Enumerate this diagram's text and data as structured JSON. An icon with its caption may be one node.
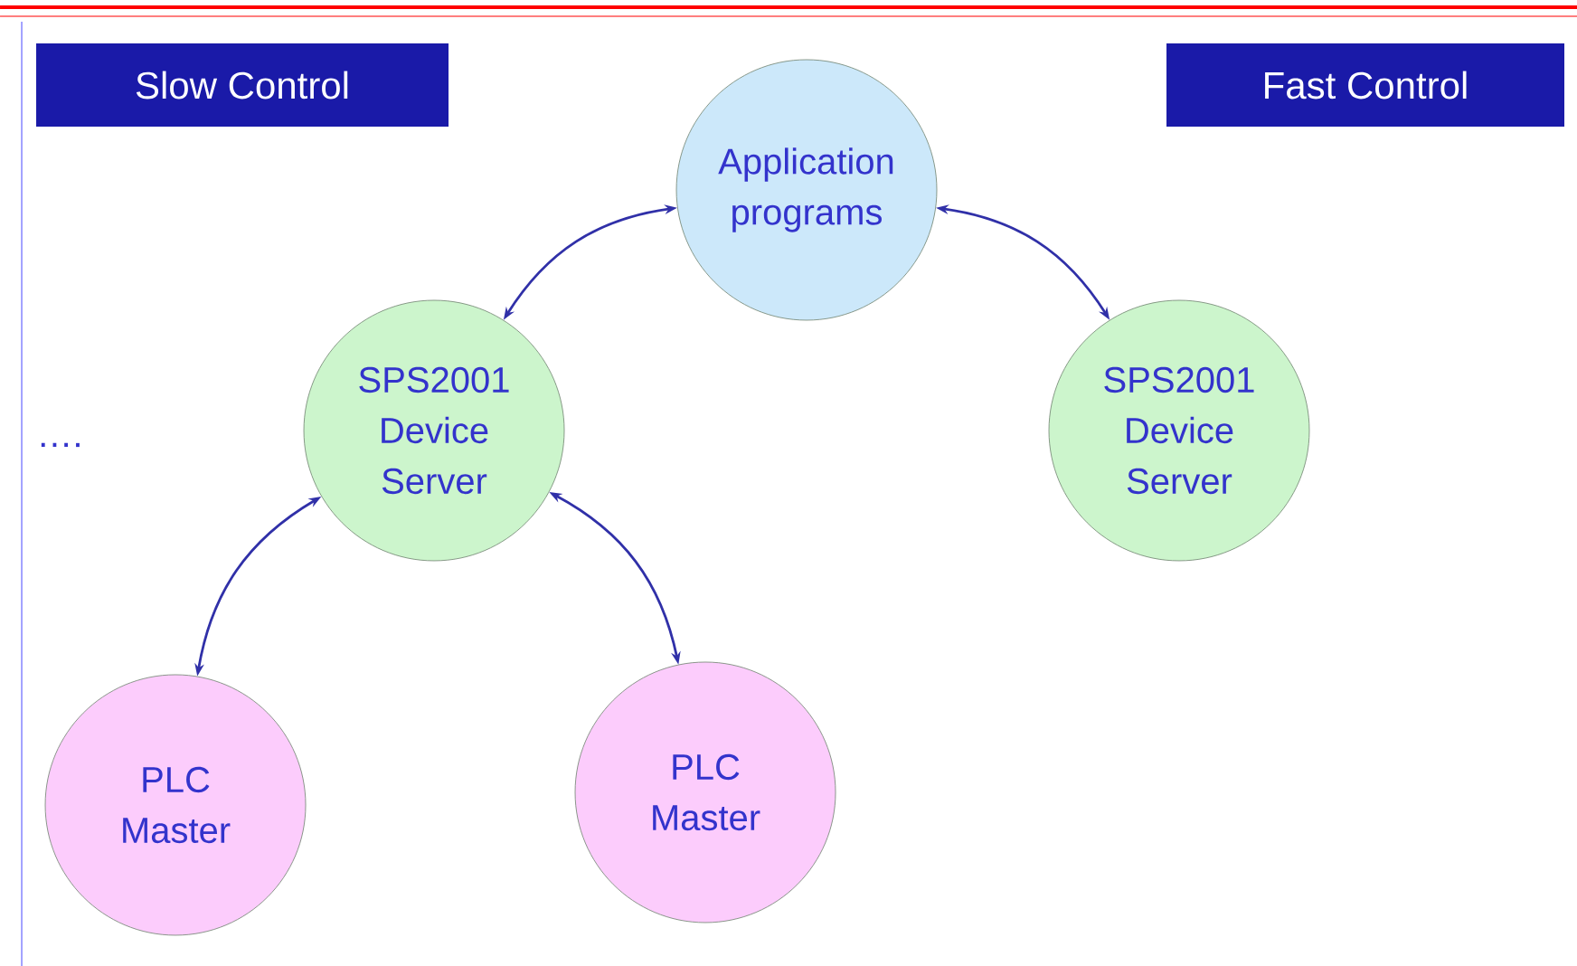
{
  "diagram": {
    "nodes": [
      {
        "text": [
          "Slow Control"
        ]
      },
      {
        "text": [
          "Fast Control"
        ]
      },
      {
        "text": [
          "Application programs"
        ]
      },
      {
        "text": [
          "SPS2001 Device Server"
        ]
      },
      {
        "text": [
          "SPS2001 Device Server"
        ]
      },
      {
        "text": [
          "PLC Master"
        ]
      },
      {
        "text": [
          "PLC Master"
        ]
      }
    ],
    "edges": [
      {
        "from": 2,
        "to": 3,
        "arrow": "both"
      },
      {
        "from": 2,
        "to": 4,
        "arrow": "both"
      },
      {
        "from": 3,
        "to": 5,
        "arrow": "both"
      },
      {
        "from": 3,
        "to": 6,
        "arrow": "both"
      }
    ],
    "labels": [
      "…."
    ]
  }
}
